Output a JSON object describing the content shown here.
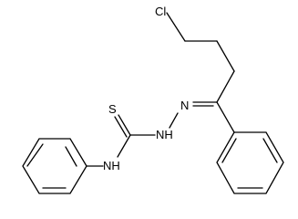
{
  "atoms": {
    "cl": "Cl",
    "s": "S",
    "nh_left": "NH",
    "nh_right": "NH",
    "n_imine": "N"
  }
}
